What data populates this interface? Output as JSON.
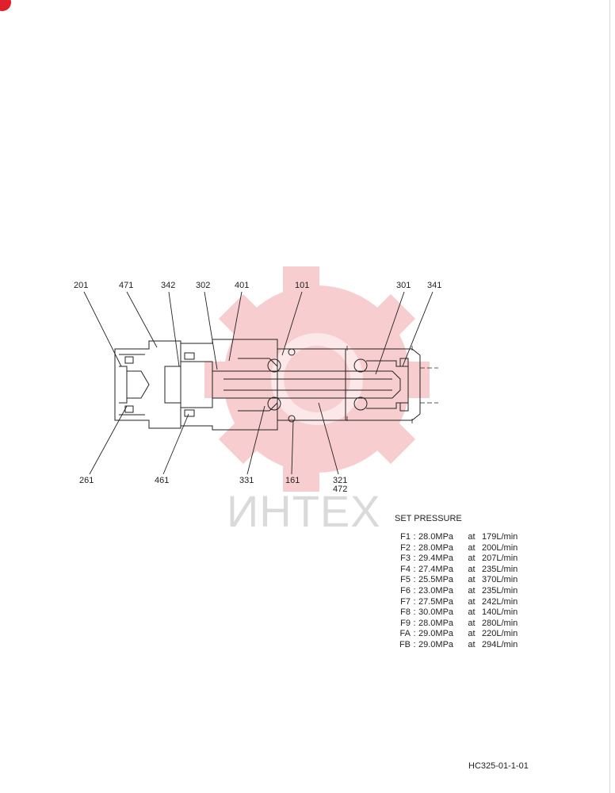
{
  "watermark": {
    "text": "ИНТЕХ",
    "icon": "gear-icon",
    "color": "#f2a0a8"
  },
  "accent_color": "#e0202a",
  "part_numbers": {
    "p201": "201",
    "p471": "471",
    "p342": "342",
    "p302": "302",
    "p401": "401",
    "p101": "101",
    "p301": "301",
    "p341": "341",
    "p261": "261",
    "p461": "461",
    "p331": "331",
    "p161": "161",
    "p321": "321",
    "p472": "472"
  },
  "set_pressure": {
    "title": "SET PRESSURE",
    "rows": [
      {
        "key": "F1",
        "pressure": "28.0MPa",
        "at": "at",
        "flow": "179L/min"
      },
      {
        "key": "F2",
        "pressure": "28.0MPa",
        "at": "at",
        "flow": "200L/min"
      },
      {
        "key": "F3",
        "pressure": "29.4MPa",
        "at": "at",
        "flow": "207L/min"
      },
      {
        "key": "F4",
        "pressure": "27.4MPa",
        "at": "at",
        "flow": "235L/min"
      },
      {
        "key": "F5",
        "pressure": "25.5MPa",
        "at": "at",
        "flow": "370L/min"
      },
      {
        "key": "F6",
        "pressure": "23.0MPa",
        "at": "at",
        "flow": "235L/min"
      },
      {
        "key": "F7",
        "pressure": "27.5MPa",
        "at": "at",
        "flow": "242L/min"
      },
      {
        "key": "F8",
        "pressure": "30.0MPa",
        "at": "at",
        "flow": "140L/min"
      },
      {
        "key": "F9",
        "pressure": "28.0MPa",
        "at": "at",
        "flow": "280L/min"
      },
      {
        "key": "FA",
        "pressure": "29.0MPa",
        "at": "at",
        "flow": "220L/min"
      },
      {
        "key": "FB",
        "pressure": "29.0MPa",
        "at": "at",
        "flow": "294L/min"
      }
    ]
  },
  "document_code": "HC325-01-1-01"
}
